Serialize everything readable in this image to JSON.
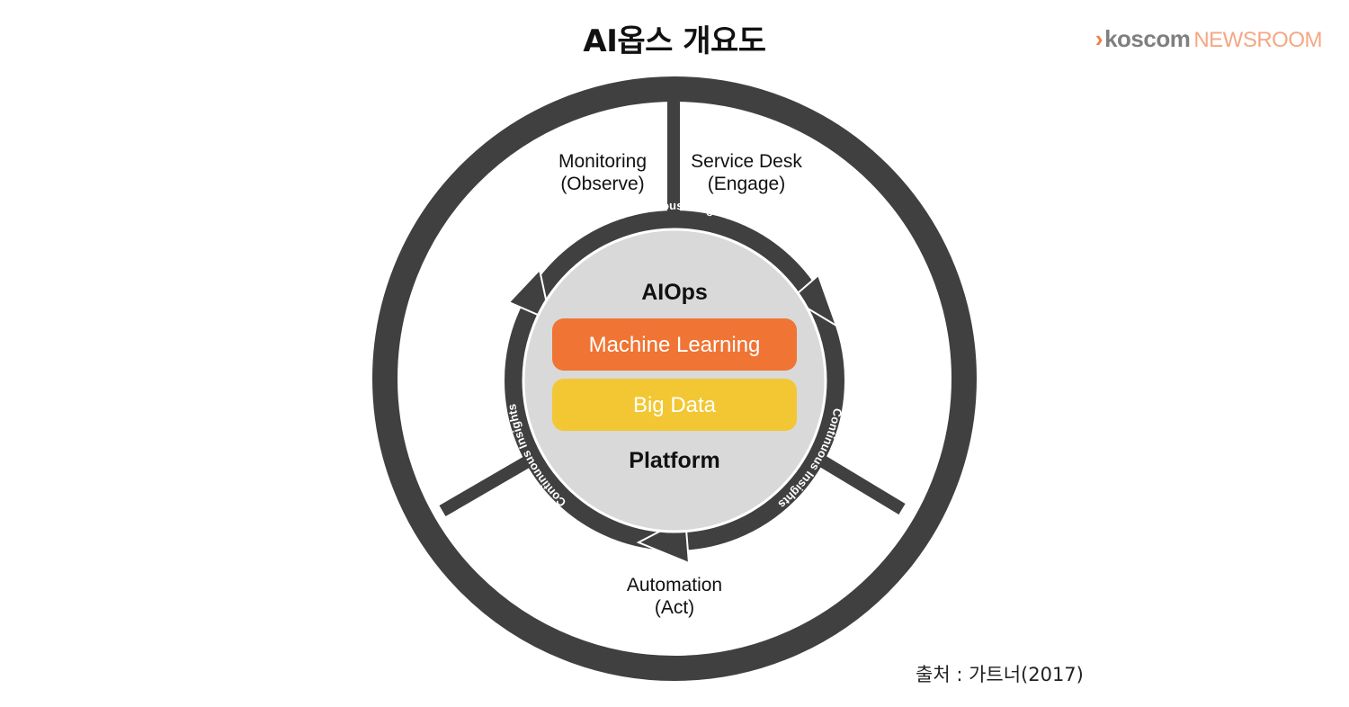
{
  "title": "AI옵스 개요도",
  "logo": {
    "chevron": "›",
    "brand": "koscom",
    "suffix": "NEWSROOM"
  },
  "source": "출처 : 가트너(2017)",
  "segments": {
    "monitoring": {
      "line1": "Monitoring",
      "line2": "(Observe)"
    },
    "service_desk": {
      "line1": "Service Desk",
      "line2": "(Engage)"
    },
    "automation": {
      "line1": "Automation",
      "line2": "(Act)"
    }
  },
  "ring_label": "Continuous Insights",
  "core": {
    "top_label": "AIOps",
    "bottom_label": "Platform",
    "bars": [
      {
        "label": "Machine Learning",
        "color": "#f07434"
      },
      {
        "label": "Big Data",
        "color": "#f2c733"
      }
    ]
  },
  "colors": {
    "ring": "#404040",
    "core_fill": "#d9d9d9"
  }
}
